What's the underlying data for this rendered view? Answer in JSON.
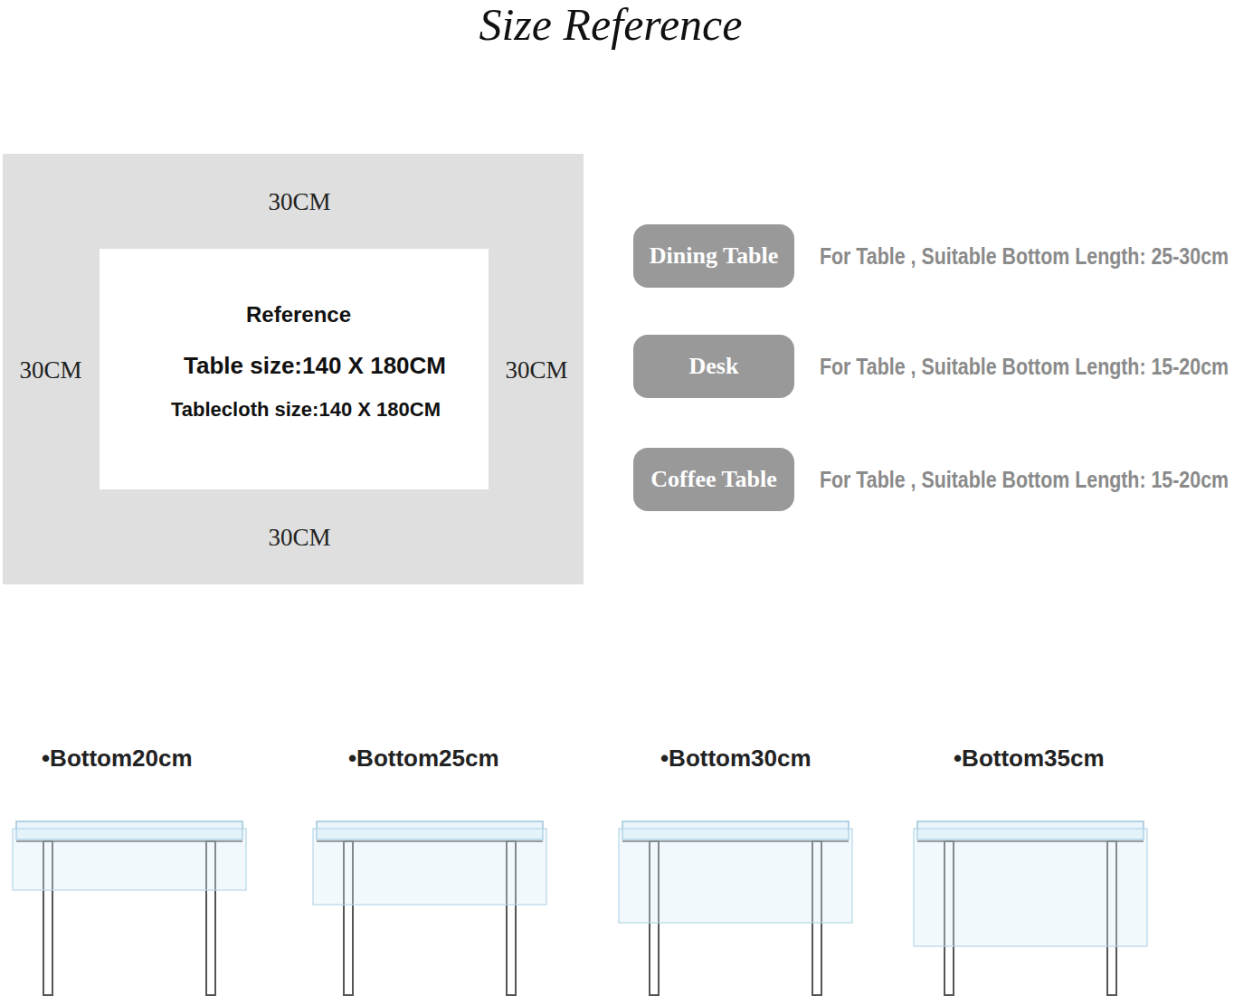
{
  "diagram": {
    "title": "Size Reference",
    "nodes": [
      {
        "text": [
          "30CM",
          "30CM",
          "30CM",
          "30CM"
        ]
      },
      {
        "text": [
          "Reference",
          "Table size:140 X 180CM",
          "Tablecloth size:140 X 180CM"
        ],
        "in": 0
      },
      {
        "text": [
          "Dining Table"
        ]
      },
      {
        "text": [
          "Desk"
        ]
      },
      {
        "text": [
          "Coffee Table"
        ]
      }
    ],
    "labels": [
      "For Table , Suitable Bottom Length: 25-30cm",
      "For Table , Suitable Bottom Length: 15-20cm",
      "For Table , Suitable Bottom Length: 15-20cm",
      "•Bottom20cm",
      "•Bottom25cm",
      "•Bottom30cm",
      "•Bottom35cm"
    ]
  }
}
